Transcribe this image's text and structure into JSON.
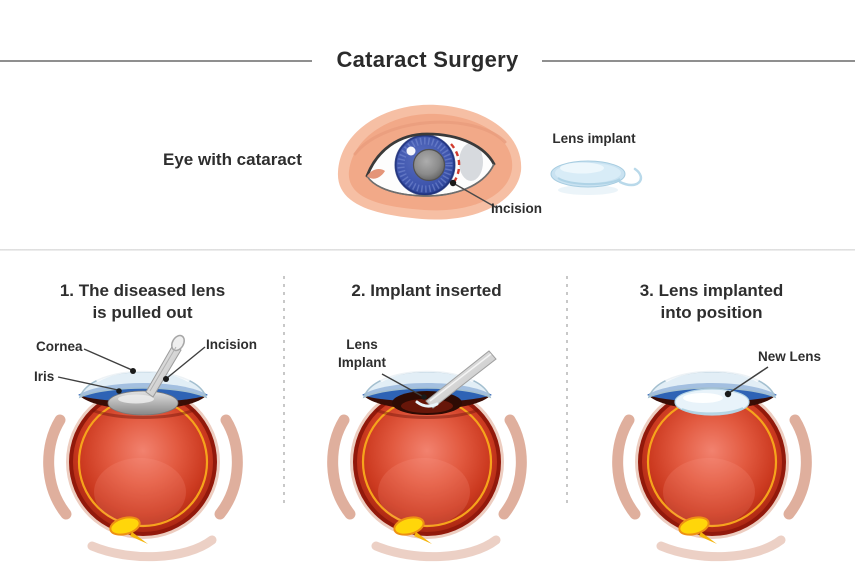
{
  "header": {
    "title": "Cataract Surgery"
  },
  "overview": {
    "eye_label": "Eye with cataract",
    "implant_label": "Lens implant",
    "incision_label": "Incision"
  },
  "steps": [
    {
      "title_lines": [
        "1. The diseased lens",
        "is pulled out"
      ],
      "labels": {
        "cornea": "Cornea",
        "iris": "Iris",
        "incision": "Incision"
      }
    },
    {
      "title_lines": [
        "2. Implant inserted"
      ],
      "labels": {
        "implant_lines": [
          "Lens",
          "Implant"
        ]
      }
    },
    {
      "title_lines": [
        "3. Lens implanted",
        "into position"
      ],
      "labels": {
        "new_lens": "New Lens"
      }
    }
  ],
  "colors": {
    "text": "#2e2e2e",
    "eyeball_red": "#CC3A20",
    "eyeball_dark_ring": "#92190B",
    "iris_blue": "#2E63B5",
    "retina_orange": "#F6A41C",
    "optic_nerve_yellow": "#FFD60A",
    "skin_peach": "#F2A988",
    "cornea_light_blue": "#D5E7F2",
    "incision_red_dash": "#D23B2E",
    "divider_gray": "#C8C8C8"
  }
}
